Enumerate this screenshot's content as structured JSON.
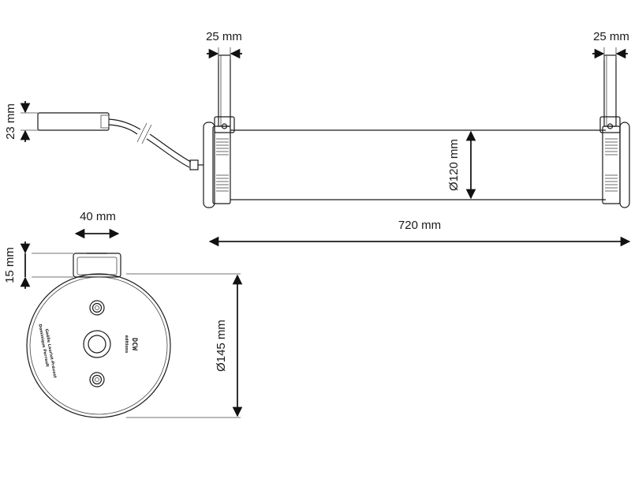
{
  "dimensions": {
    "rod_left_width": "25 mm",
    "rod_right_width": "25 mm",
    "box_height": "23 mm",
    "tube_diameter": "Ø120 mm",
    "tube_length": "720 mm",
    "bracket_width": "40 mm",
    "bracket_depth": "15 mm",
    "end_cap_diameter": "Ø145 mm"
  },
  "end_cap": {
    "engraving_line_1": "Dominique Perrault",
    "engraving_line_2": "Gaëlle Lauriot-Prévost",
    "logo": "DCW",
    "logo_sub": "éditions"
  },
  "colors": {
    "line": "#1a1a1a",
    "background": "#ffffff"
  }
}
